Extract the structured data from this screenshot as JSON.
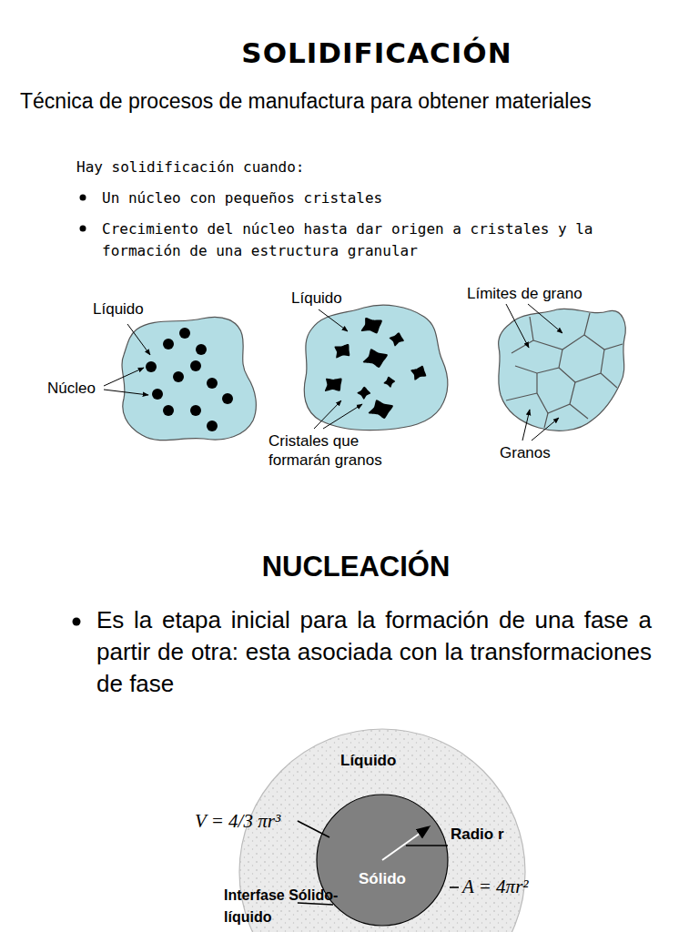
{
  "diagram": {
    "title": "SOLIDIFICACIÓN",
    "nodes": [
      {
        "text": [
          "Líquido"
        ]
      },
      {
        "text": [
          "Sólido"
        ],
        "in": 0
      }
    ],
    "labels": [
      "Técnica de procesos de manufactura para obtener materiales",
      "Hay solidificación cuando:",
      "Un núcleo con pequeños cristales",
      "Crecimiento del núcleo hasta dar origen a cristales y la formación de una estructura granular",
      "Líquido",
      "Núcleo",
      "Líquido",
      "Cristales que formarán granos",
      "Límites de grano",
      "Granos",
      "NUCLEACIÓN",
      "Es la etapa inicial para la formación de una fase a partir de otra: esta asociada con la transformaciones de fase",
      "V = 4/3 πr³",
      "Radio r",
      "A = 4πr²",
      "Interfase Sólido-líquido"
    ]
  }
}
